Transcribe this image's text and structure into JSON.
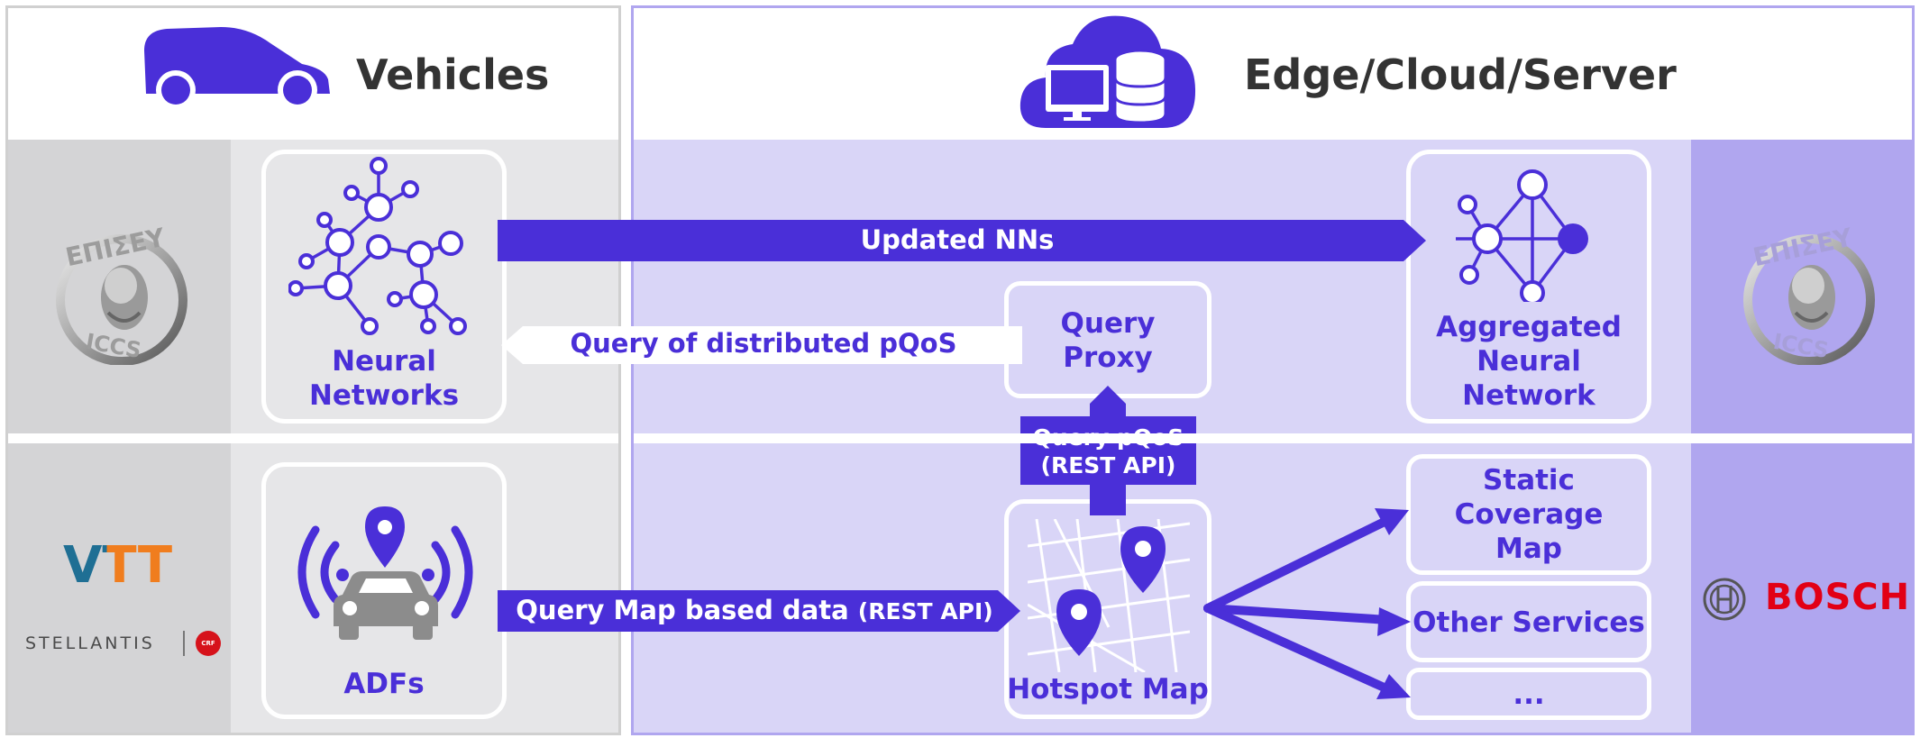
{
  "headers": {
    "vehicles": "Vehicles",
    "edge": "Edge/Cloud/Server"
  },
  "nodes": {
    "neural_networks": [
      "Neural",
      "Networks"
    ],
    "adfs": "ADFs",
    "query_proxy": [
      "Query",
      "Proxy"
    ],
    "aggregated_nn": [
      "Aggregated",
      "Neural",
      "Network"
    ],
    "hotspot_map": "Hotspot Map",
    "static_coverage_map": [
      "Static",
      "Coverage",
      "Map"
    ],
    "other_services": "Other Services",
    "more": "..."
  },
  "arrows": {
    "updated_nns": "Updated NNs",
    "query_distributed": "Query of distributed pQoS",
    "query_pqos": [
      "Query pQoS",
      "(REST API)"
    ],
    "query_map_main": "Query Map based data ",
    "query_map_api": "(REST API)"
  },
  "logos": {
    "iccs_top": "ΕΠΙΣΕΥ",
    "iccs_bottom": "ICCS",
    "vtt": "VTT",
    "stellantis": "STELLANTIS",
    "crf": "CRF",
    "bosch": "BOSCH"
  },
  "colors": {
    "accent": "#4a2fd8",
    "edge_bg": "#d9d5f7",
    "edge_sidebar": "#b0a6ef",
    "vehicle_bg": "#e6e6e8",
    "vehicle_sidebar": "#d4d4d6",
    "bosch_red": "#e20015",
    "vtt_blue": "#1f6f94",
    "vtt_orange": "#f07d1e"
  },
  "icons": [
    "car-icon",
    "cloud-server-icon",
    "neural-network-icon",
    "aggregated-network-icon",
    "connected-car-icon",
    "map-pin-icon",
    "iccs-logo",
    "vtt-logo",
    "stellantis-logo",
    "bosch-logo"
  ]
}
